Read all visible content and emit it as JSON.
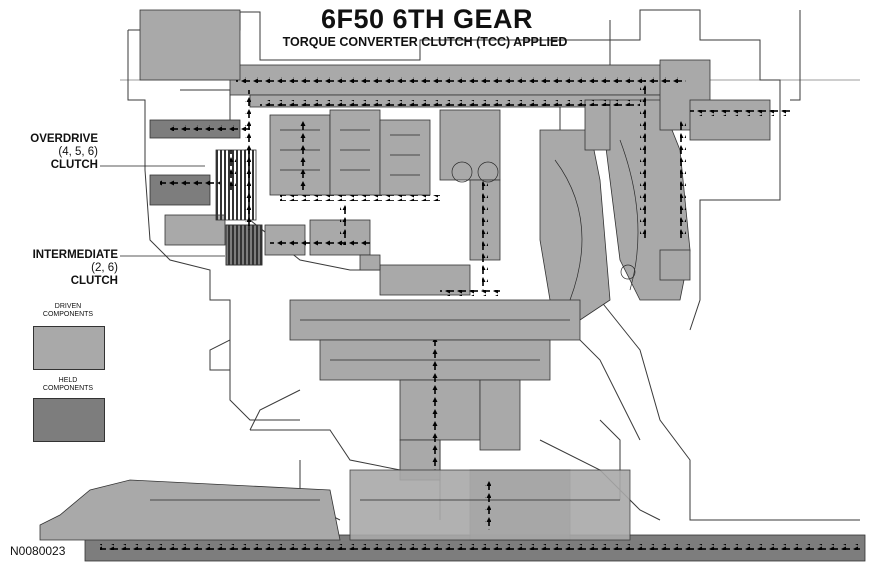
{
  "header": {
    "title": "6F50 6TH GEAR",
    "subtitle": "TORQUE CONVERTER CLUTCH (TCC) APPLIED"
  },
  "callouts": {
    "overdrive": [
      "OVERDRIVE",
      "(4, 5, 6)",
      "CLUTCH"
    ],
    "intermediate": [
      "INTERMEDIATE",
      "(2, 6)",
      "CLUTCH"
    ]
  },
  "legend": {
    "driven": [
      "DRIVEN",
      "COMPONENTS"
    ],
    "held": [
      "HELD",
      "COMPONENTS"
    ]
  },
  "figure_id": "N0080023",
  "colors": {
    "driven": "#a9a9a9",
    "held": "#7d7d7d",
    "outline": "#3a3a3a",
    "flow_arrow": "#000000"
  }
}
